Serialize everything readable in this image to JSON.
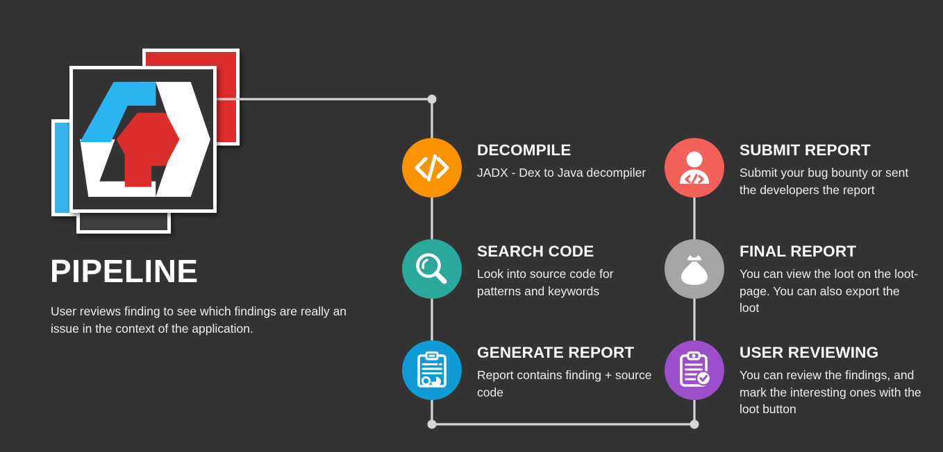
{
  "background_color": "#333333",
  "brand": {
    "title": "PIPELINE",
    "description": "User reviews finding to see which findings are really an issue in the context of the application.",
    "logo_icon": "hexagon-code-logo",
    "card_colors": {
      "blue": "#34B4EE",
      "red": "#DC2C2C",
      "gray": "#3E3E3E",
      "main": "#333333",
      "border": "#FFFFFF"
    },
    "logo_colors": {
      "blue": "#29B6F0",
      "white": "#FFFFFF",
      "red": "#DC2C2C"
    }
  },
  "connector": {
    "color": "#D6D6D6",
    "node_icon": "connector-dot"
  },
  "steps": [
    {
      "id": "decompile",
      "title": "DECOMPILE",
      "description": "JADX - Dex to Java decompiler",
      "color": "#F99400",
      "icon": "code-brackets-icon",
      "column": "left",
      "row": 1
    },
    {
      "id": "search-code",
      "title": "SEARCH CODE",
      "description": "Look into source code for patterns and keywords",
      "color": "#2CA79B",
      "icon": "magnifier-icon",
      "column": "left",
      "row": 2
    },
    {
      "id": "generate-report",
      "title": "GENERATE REPORT",
      "description": "Report contains finding + source code",
      "color": "#0F9CD6",
      "icon": "clipboard-chart-icon",
      "column": "left",
      "row": 3
    },
    {
      "id": "submit-report",
      "title": "SUBMIT REPORT",
      "description": "Submit your bug bounty or sent the developers the report",
      "color": "#F4605B",
      "icon": "person-code-icon",
      "column": "right",
      "row": 1
    },
    {
      "id": "final-report",
      "title": "FINAL REPORT",
      "description": "You can view the loot on the loot-page. You can also export the loot",
      "color": "#A5A5A5",
      "icon": "money-bag-icon",
      "column": "right",
      "row": 2
    },
    {
      "id": "user-reviewing",
      "title": "USER REVIEWING",
      "description": "You can review the findings, and mark the interesting ones with the loot button",
      "color": "#9B4FC8",
      "icon": "clipboard-check-icon",
      "column": "right",
      "row": 3
    }
  ]
}
